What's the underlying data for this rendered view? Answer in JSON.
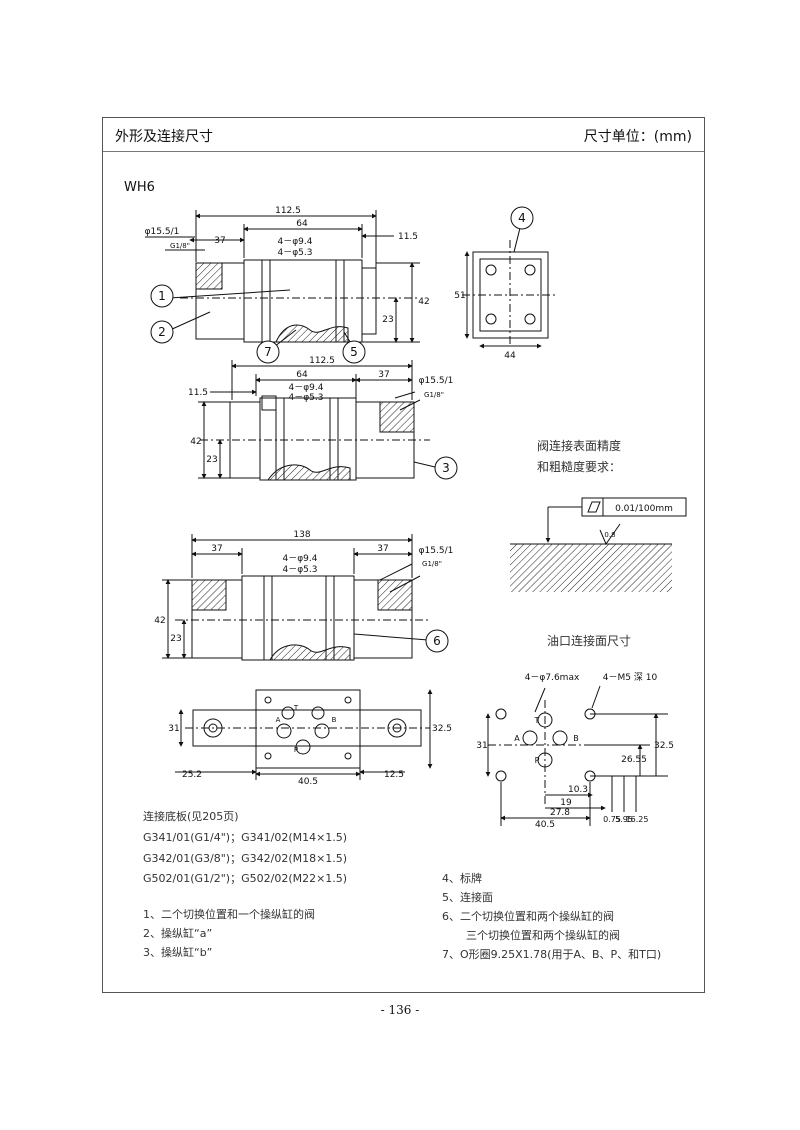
{
  "header": {
    "title": "外形及连接尺寸",
    "unit": "尺寸单位：(mm)"
  },
  "model": "WH6",
  "view1": {
    "d112_5": "112.5",
    "d64": "64",
    "d37": "37",
    "d11_5": "11.5",
    "hole94": "4－φ9.4",
    "hole53": "4－φ5.3",
    "port": "φ15.5/1",
    "thread": "G1/8\"",
    "d42": "42",
    "d23": "23",
    "c1": "1",
    "c2": "2",
    "c7": "7",
    "c5": "5"
  },
  "side": {
    "c4": "4",
    "d51": "51",
    "d44": "44"
  },
  "view2": {
    "d112_5": "112.5",
    "d64": "64",
    "d37": "37",
    "d11_5": "11.5",
    "hole94": "4－φ9.4",
    "hole53": "4－φ5.3",
    "port": "φ15.5/1",
    "thread": "G1/8\"",
    "d42": "42",
    "d23": "23",
    "c3": "3"
  },
  "view3": {
    "d138": "138",
    "d37a": "37",
    "d37b": "37",
    "hole94": "4－φ9.4",
    "hole53": "4－φ5.3",
    "port": "φ15.5/1",
    "thread": "G1/8\"",
    "d42": "42",
    "d23": "23",
    "c6": "6"
  },
  "roughness": {
    "title1": "阀连接表面精度",
    "title2": "和粗糙度要求：",
    "flatness": "0.01/100mm",
    "ra": "0.8"
  },
  "plan": {
    "d31": "31",
    "d32_5": "32.5",
    "d25_2": "25.2",
    "d40_5": "40.5",
    "d12_5": "12.5",
    "portT": "T",
    "portA": "A",
    "portB": "B",
    "portP": "P"
  },
  "mount": {
    "title": "油口连接面尺寸",
    "hole1": "4－φ7.6max",
    "hole2": "4－M5 深 10",
    "d31": "31",
    "d26_55": "26.55",
    "d32_5": "32.5",
    "d10_3": "10.3",
    "d19": "19",
    "d27_8": "27.8",
    "d40_5": "40.5",
    "d0_75": "0.75",
    "d5_95": "5.95",
    "d16_25": "16.25",
    "portT": "T",
    "portA": "A",
    "portB": "B",
    "portP": "P"
  },
  "notes_left": {
    "title": "连接底板(见205页)",
    "l1": "G341/01(G1/4\")；G341/02(M14×1.5)",
    "l2": "G342/01(G3/8\")；G342/02(M18×1.5)",
    "l3": "G502/01(G1/2\")；G502/02(M22×1.5)"
  },
  "legend_left": {
    "i1": "1、二个切换位置和一个操纵缸的阀",
    "i2": "2、操纵缸“a”",
    "i3": "3、操纵缸“b”"
  },
  "legend_right": {
    "i4": "4、标牌",
    "i5": "5、连接面",
    "i6": "6、二个切换位置和两个操纵缸的阀",
    "i6b": "三个切换位置和两个操纵缸的阀",
    "i7": "7、O形圈9.25X1.78(用于A、B、P、和T口)"
  },
  "page_number": "- 136 -"
}
